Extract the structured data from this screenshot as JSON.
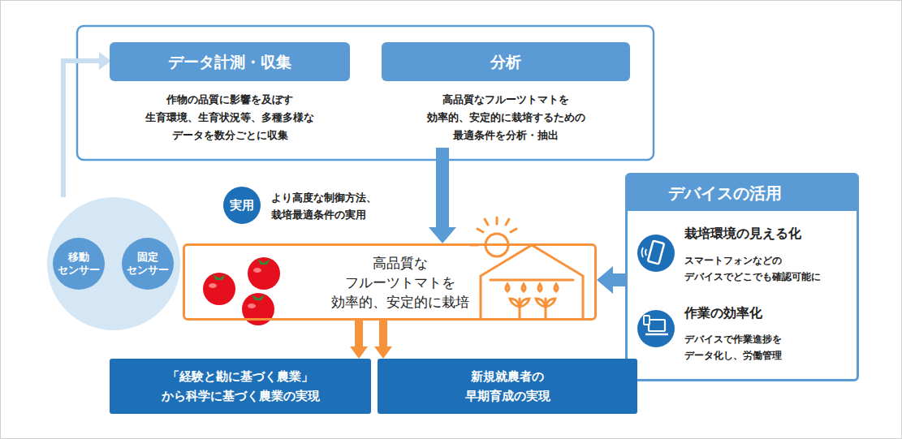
{
  "diagram": {
    "nodes": [
      {
        "text": [
          "データ計測・収集",
          "作物の品質に影響を及ぼす 生育環境、生育状況等、多種多様な データを数分ごとに収集"
        ]
      },
      {
        "text": [
          "分析",
          "高品質なフルーツトマトを 効率的、安定的に栽培するための 最適条件を分析・抽出"
        ]
      },
      {
        "text": [
          "実用"
        ]
      },
      {
        "text": [
          "移動 センサー"
        ]
      },
      {
        "text": [
          "固定 センサー"
        ]
      },
      {
        "text": [
          "高品質な フルーツトマトを 効率的、安定的に栽培"
        ]
      },
      {
        "text": [
          "デバイスの活用",
          "栽培環境の見える化",
          "スマートフォンなどの デバイスでどこでも確認可能に",
          "作業の効率化",
          "デバイスで作業進捗を データ化し、労働管理"
        ]
      },
      {
        "text": [
          "「経験と勘に基づく農業」 から科学に基づく農業の実現"
        ]
      },
      {
        "text": [
          "新規就農者の 早期育成の実現"
        ]
      }
    ],
    "edges": [
      {
        "from": 1,
        "to": 5,
        "arrow": "to"
      },
      {
        "from": 6,
        "to": 5,
        "arrow": "to"
      },
      {
        "from": 5,
        "to": 7,
        "arrow": "to"
      },
      {
        "from": 5,
        "to": 8,
        "arrow": "to"
      }
    ],
    "labels": [
      "より高度な制御方法、 栽培最適条件の実用"
    ]
  }
}
